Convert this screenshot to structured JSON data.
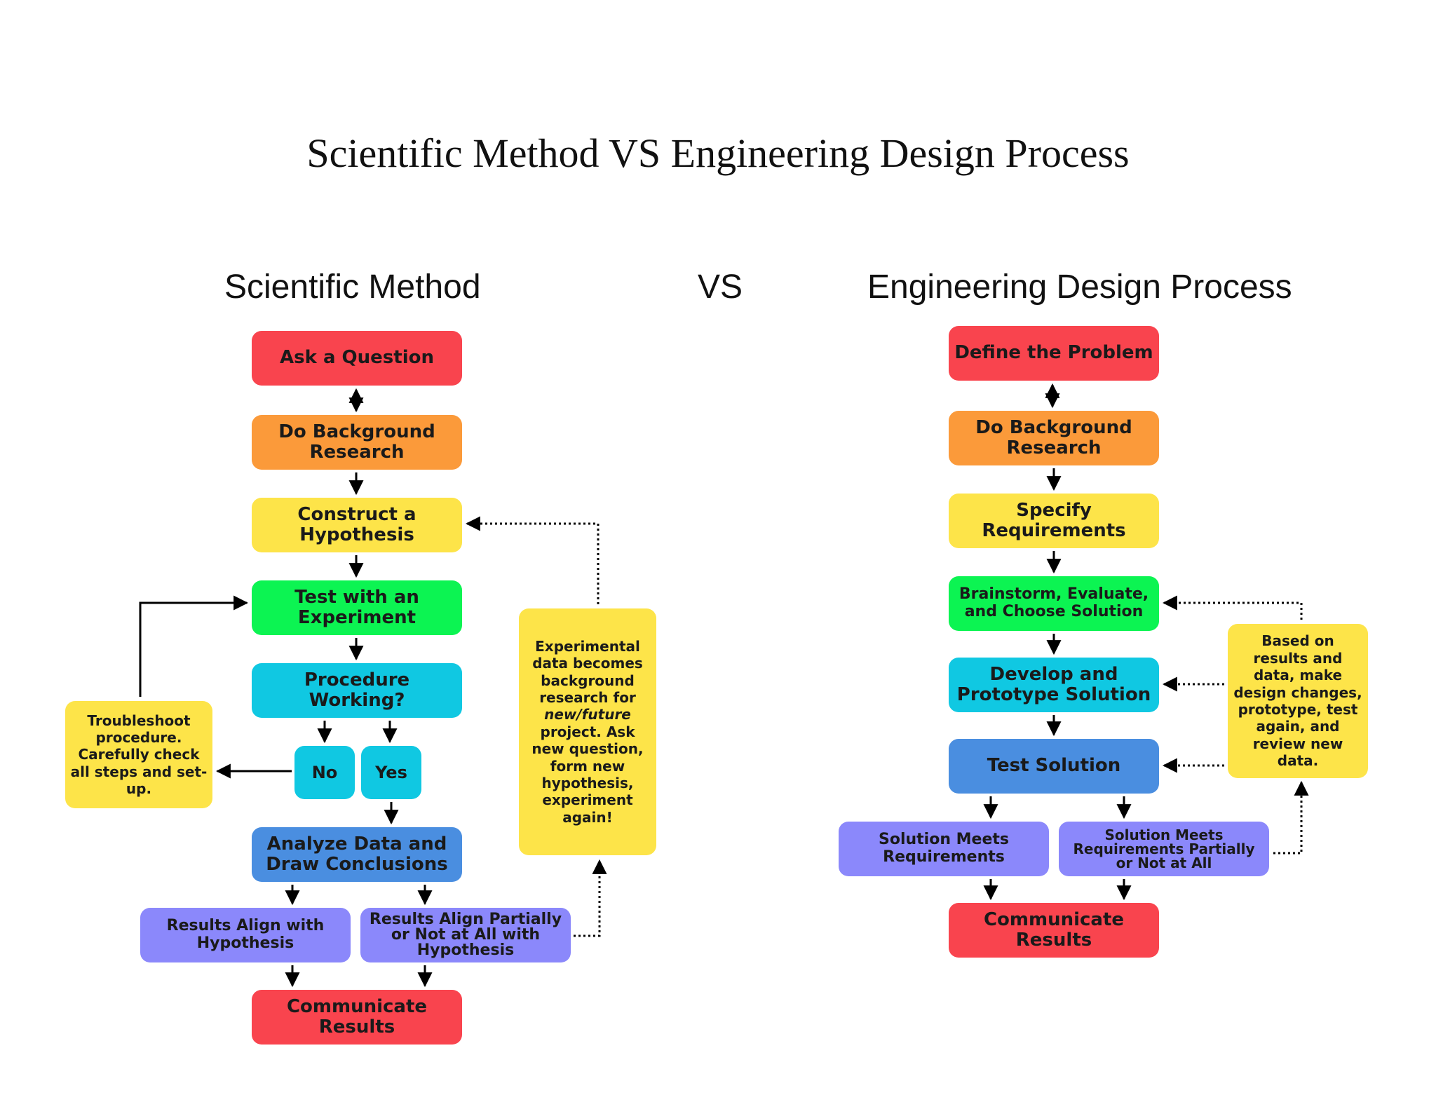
{
  "page": {
    "title": "Scientific Method VS Engineering Design Process",
    "left_heading": "Scientific Method",
    "vs_heading": "VS",
    "right_heading": "Engineering Design Process"
  },
  "scientific": {
    "ask": "Ask a Question",
    "background": "Do Background Research",
    "hypothesis": "Construct a Hypothesis",
    "experiment": "Test with an Experiment",
    "procedure": "Procedure Working?",
    "no": "No",
    "yes": "Yes",
    "analyze": "Analyze Data and Draw Conclusions",
    "align": "Results Align with Hypothesis",
    "partial": "Results Align Partially or Not at All with Hypothesis",
    "communicate": "Communicate Results",
    "troubleshoot": "Troubleshoot procedure. Carefully check all steps and set-up.",
    "feedback_before": "Experimental data becomes background research for",
    "feedback_italic": "new/future",
    "feedback_after": "project. Ask new question, form new hypothesis, experiment again!"
  },
  "engineering": {
    "define": "Define the Problem",
    "background": "Do Background Research",
    "specify": "Specify Requirements",
    "brainstorm": "Brainstorm, Evaluate, and Choose Solution",
    "develop": "Develop and Prototype Solution",
    "test": "Test Solution",
    "meets": "Solution Meets Requirements",
    "partial": "Solution Meets Requirements Partially or Not at All",
    "communicate": "Communicate Results",
    "feedback": "Based on results and data, make design changes, prototype, test again, and review new data."
  },
  "colors": {
    "red": "#f9444e",
    "orange": "#fb9a3a",
    "yellow": "#fde449",
    "green": "#0cf452",
    "cyan": "#10c8e2",
    "blue": "#4a8ee0",
    "purple": "#8b88fb"
  }
}
